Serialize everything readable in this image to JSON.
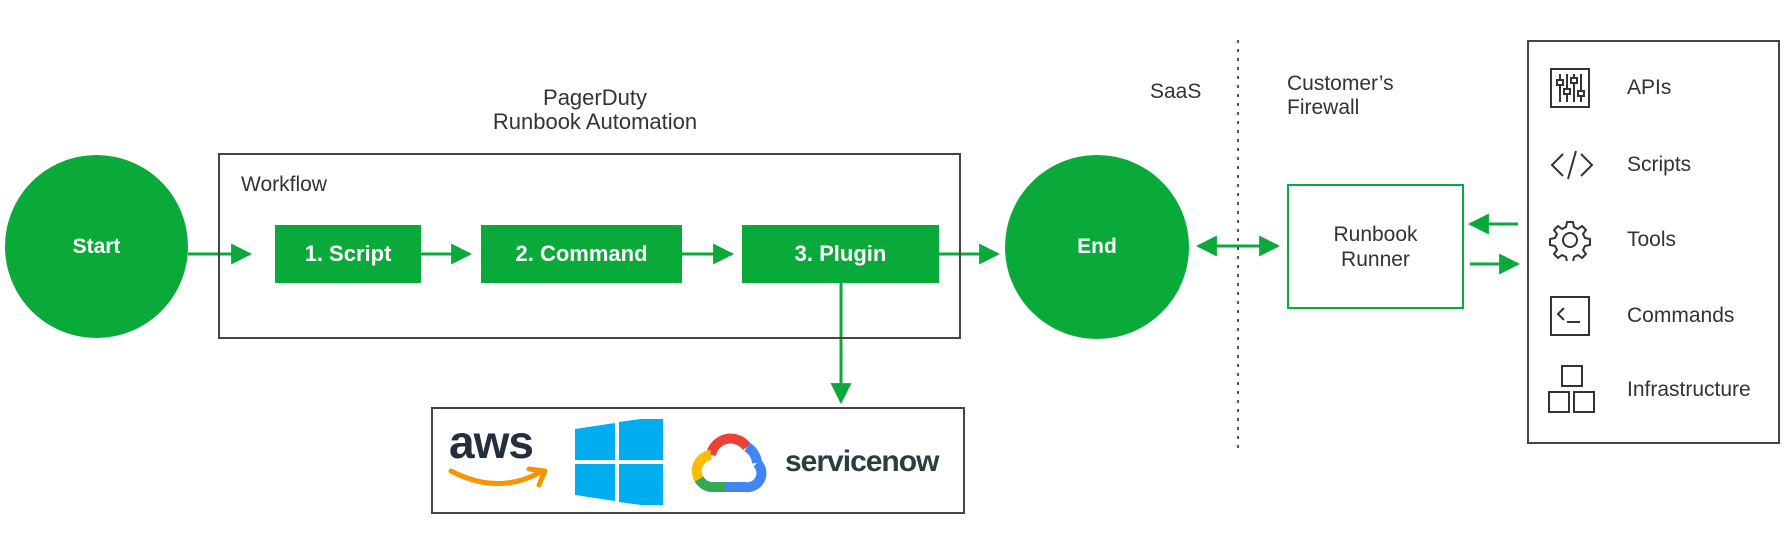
{
  "header": {
    "title_line1": "PagerDuty",
    "title_line2": "Runbook Automation"
  },
  "nodes": {
    "start": "Start",
    "end": "End"
  },
  "workflow": {
    "label": "Workflow",
    "steps": [
      "1. Script",
      "2. Command",
      "3. Plugin"
    ]
  },
  "zones": {
    "saas": "SaaS",
    "firewall_line1": "Customer’s",
    "firewall_line2": "Firewall"
  },
  "runner": {
    "line1": "Runbook",
    "line2": "Runner"
  },
  "resources": [
    {
      "label": "APIs",
      "icon": "sliders-icon"
    },
    {
      "label": "Scripts",
      "icon": "code-icon"
    },
    {
      "label": "Tools",
      "icon": "gear-icon"
    },
    {
      "label": "Commands",
      "icon": "terminal-icon"
    },
    {
      "label": "Infrastructure",
      "icon": "boxes-icon"
    }
  ],
  "plugins": {
    "aws_text": "aws",
    "servicenow_text": "servicenow"
  },
  "colors": {
    "accent": "#0aaa3a",
    "border": "#444444",
    "text": "#333333",
    "windows": "#00adef"
  }
}
